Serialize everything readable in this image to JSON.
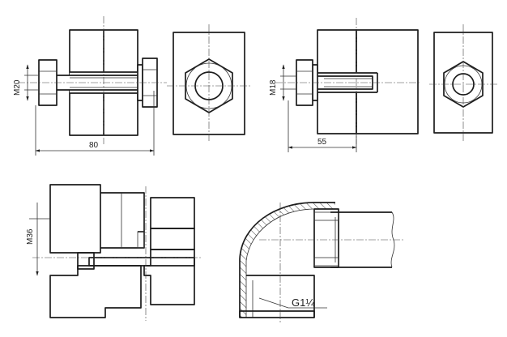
{
  "labels": {
    "bolt_size": "M20",
    "bolt_length": "80",
    "stud_size": "M18",
    "stud_length": "55",
    "union_size": "M36",
    "pipe_thread": "G1¼"
  },
  "colors": {
    "line": "#1c1c1c",
    "background": "#ffffff"
  }
}
